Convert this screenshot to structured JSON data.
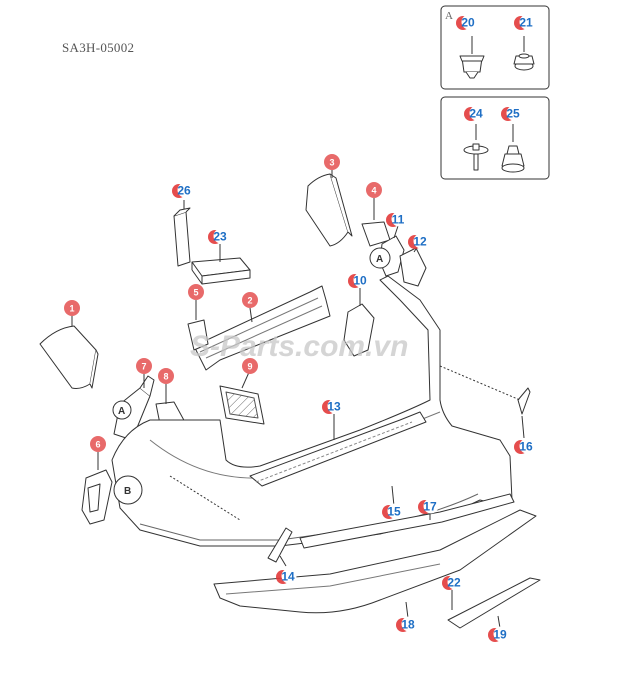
{
  "diagram_code": "SA3H-05002",
  "watermark": "S-Parts.com.vn",
  "view_labels": {
    "a": "A",
    "b": "B"
  },
  "colors": {
    "red_badge": "#e86a6a",
    "blue_text": "#1f6fc5",
    "red_dot": "#e23a3a",
    "line": "#333333",
    "watermark": "#c8c8c8"
  },
  "callouts": {
    "p1": "1",
    "p2": "2",
    "p3": "3",
    "p4": "4",
    "p5": "5",
    "p6": "6",
    "p7": "7",
    "p8": "8",
    "p9": "9",
    "p10": "10",
    "p11": "11",
    "p12": "12",
    "p13": "13",
    "p14": "14",
    "p15": "15",
    "p16": "16",
    "p17": "17",
    "p18": "18",
    "p19": "19",
    "p20": "20",
    "p21": "21",
    "p22": "22",
    "p23": "23",
    "p24": "24",
    "p25": "25",
    "p26": "26"
  }
}
